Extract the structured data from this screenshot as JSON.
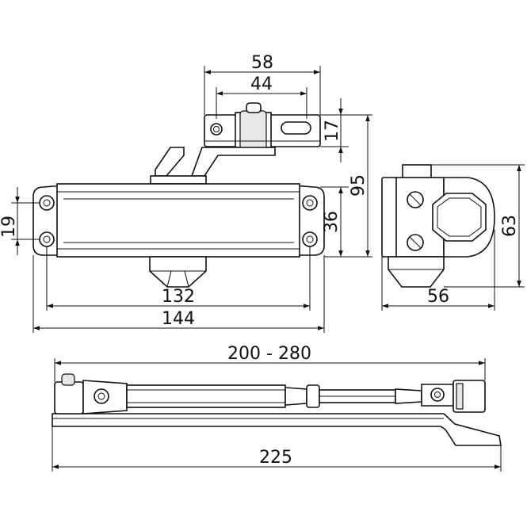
{
  "drawing": {
    "dimensions": {
      "d58": "58",
      "d44": "44",
      "d17": "17",
      "d95": "95",
      "d19": "19",
      "d36": "36",
      "d132": "132",
      "d144": "144",
      "d63": "63",
      "d56": "56",
      "d200_280": "200 - 280",
      "d225": "225"
    },
    "colors": {
      "line": "#111111",
      "background": "#ffffff",
      "shade": "#e8e8e8"
    }
  }
}
